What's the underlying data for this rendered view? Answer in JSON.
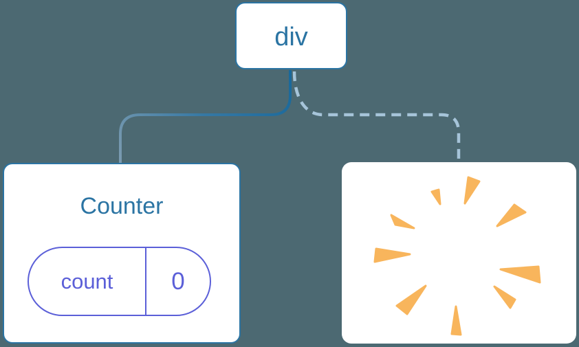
{
  "diagram": {
    "description": "component tree: div root, Counter child kept (solid edge), second child removed with poof (dashed edge)"
  },
  "tree": {
    "root": {
      "label": "div"
    },
    "counter": {
      "title": "Counter",
      "state": {
        "key": "count",
        "value": "0"
      }
    },
    "removed": {
      "icon": "poof-burst"
    }
  },
  "edges": {
    "solid_edge": "div to Counter",
    "dashed_edge": "div to removed node"
  },
  "colors": {
    "bg": "#4c6972",
    "node-fill": "#ffffff",
    "node-border": "#2b74a3",
    "blue-text": "#2b74a3",
    "pill": "#5b5fd8",
    "dash": "#a6c4d9",
    "spark": "#f8b55c",
    "line-start": "#18689b",
    "line-mid": "#3578a4",
    "line-end": "#7b9bb0"
  },
  "poof": {
    "rays": [
      [
        [
          676,
          296
        ],
        [
          681,
          258
        ],
        [
          697,
          264
        ]
      ],
      [
        [
          640,
          297
        ],
        [
          628,
          279
        ],
        [
          638,
          276
        ]
      ],
      [
        [
          569,
          313
        ],
        [
          575,
          327
        ],
        [
          602,
          332
        ]
      ],
      [
        [
          723,
          329
        ],
        [
          748,
          298
        ],
        [
          764,
          309
        ]
      ],
      [
        [
          596,
          370
        ],
        [
          547,
          362
        ],
        [
          545,
          381
        ]
      ],
      [
        [
          728,
          392
        ],
        [
          783,
          388
        ],
        [
          785,
          411
        ]
      ],
      [
        [
          719,
          417
        ],
        [
          749,
          436
        ],
        [
          742,
          448
        ]
      ],
      [
        [
          619,
          416
        ],
        [
          592,
          457
        ],
        [
          577,
          445
        ]
      ],
      [
        [
          663,
          446
        ],
        [
          670,
          487
        ],
        [
          657,
          486
        ]
      ]
    ]
  }
}
